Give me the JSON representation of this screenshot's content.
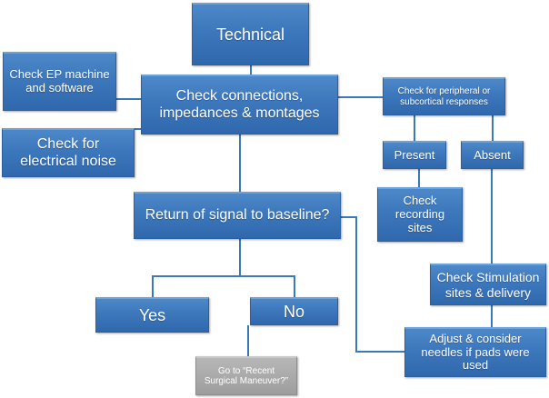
{
  "diagram": {
    "title": "Technical troubleshooting flowchart",
    "colors": {
      "node_fill_top": "#4a86c8",
      "node_fill_bottom": "#2f68ac",
      "node_border": "#2c5f9e",
      "connector": "#3a7ab8",
      "gray_node_fill": "#a8a8a8",
      "text": "#ffffff",
      "background": "#ffffff"
    },
    "nodes": [
      {
        "id": "technical",
        "label": "Technical"
      },
      {
        "id": "check-ep",
        "label": "Check EP machine\nand software"
      },
      {
        "id": "check-noise",
        "label": "Check for\nelectrical noise"
      },
      {
        "id": "check-conn",
        "label": "Check connections,\nimpedances &  montages"
      },
      {
        "id": "check-periph",
        "label": "Check for peripheral or\nsubcortical  responses"
      },
      {
        "id": "present",
        "label": "Present"
      },
      {
        "id": "absent",
        "label": "Absent"
      },
      {
        "id": "check-rec",
        "label": "Check\nrecording\nsites"
      },
      {
        "id": "return-base",
        "label": "Return of signal to baseline?"
      },
      {
        "id": "yes",
        "label": "Yes"
      },
      {
        "id": "no",
        "label": "No"
      },
      {
        "id": "check-stim",
        "label": "Check Stimulation\nsites & delivery"
      },
      {
        "id": "adjust",
        "label": "Adjust & consider\nneedles if pads were\nused"
      },
      {
        "id": "goto-recent",
        "label": "Go to “Recent\nSurgical Maneuver?”"
      }
    ],
    "edges": [
      {
        "from": "technical",
        "to": "check-conn"
      },
      {
        "from": "check-ep",
        "to": "check-conn"
      },
      {
        "from": "check-noise",
        "to": "check-conn"
      },
      {
        "from": "check-conn",
        "to": "check-periph"
      },
      {
        "from": "check-conn",
        "to": "return-base"
      },
      {
        "from": "check-periph",
        "to": "present"
      },
      {
        "from": "check-periph",
        "to": "absent"
      },
      {
        "from": "present",
        "to": "check-rec"
      },
      {
        "from": "absent",
        "to": "check-stim"
      },
      {
        "from": "check-stim",
        "to": "adjust"
      },
      {
        "from": "return-base",
        "to": "yes"
      },
      {
        "from": "return-base",
        "to": "no"
      },
      {
        "from": "return-base",
        "to": "adjust"
      },
      {
        "from": "no",
        "to": "goto-recent"
      }
    ]
  }
}
